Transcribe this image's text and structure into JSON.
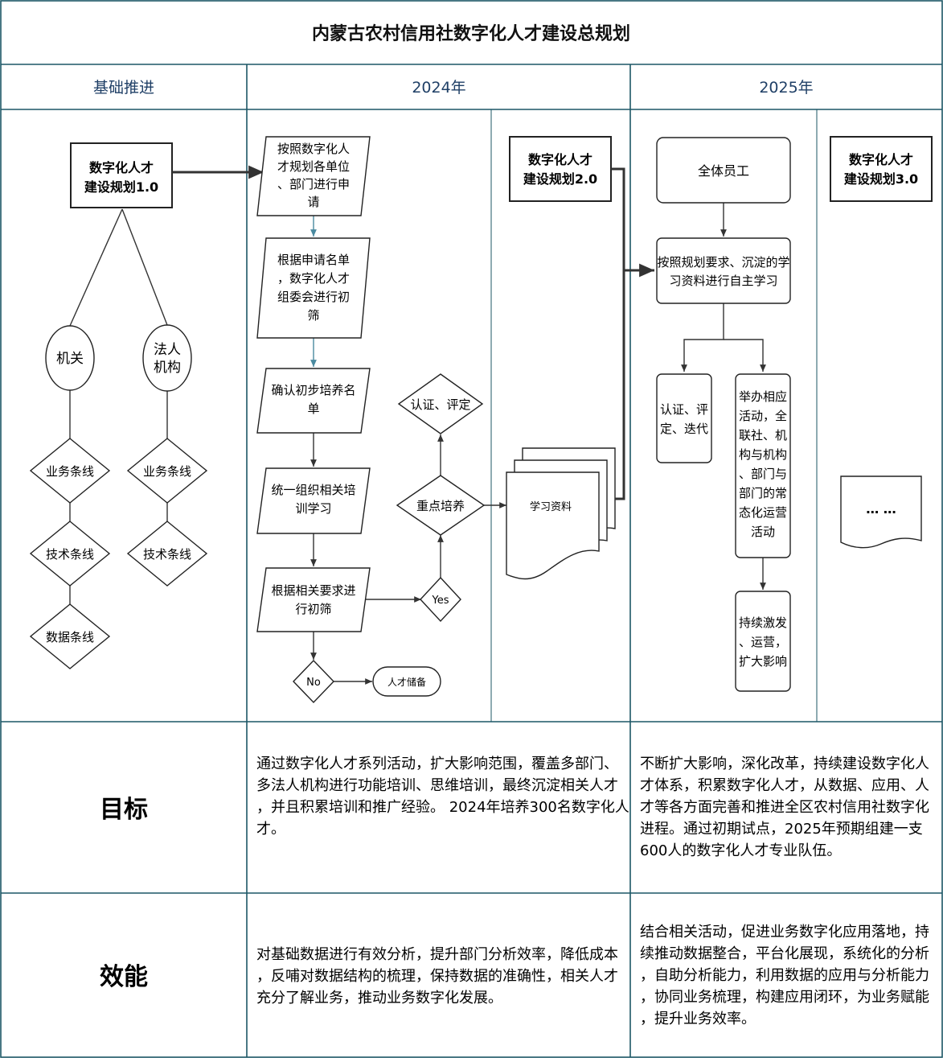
{
  "title": "内蒙古农村信用社数字化人才建设总规划",
  "headers": {
    "col1": "基础推进",
    "col2": "2024年",
    "col3": "2025年"
  },
  "left": {
    "plan": [
      "数字化人才",
      "建设规划1.0"
    ],
    "circle1": "机关",
    "circle2": [
      "法人",
      "机构"
    ],
    "d1": "业务条线",
    "d2": "技术条线",
    "d3": "数据条线",
    "d4": "业务条线",
    "d5": "技术条线"
  },
  "y2024": {
    "step1": [
      "按照数字化人",
      "才规划各单位",
      "、部门进行申",
      "请"
    ],
    "step2": [
      "根据申请名单",
      "，数字化人才",
      "组委会进行初",
      "筛"
    ],
    "step3": [
      "确认初步培养名",
      "单"
    ],
    "step4": [
      "统一组织相关培",
      "训学习"
    ],
    "step5": [
      "根据相关要求进",
      "行初筛"
    ],
    "no": "No",
    "reserve": "人才储备",
    "yes": "Yes",
    "key": "重点培养",
    "cert": "认证、评定",
    "plan2": [
      "数字化人才",
      "建设规划2.0"
    ],
    "docs": "学习资料"
  },
  "y2025": {
    "all_staff": "全体员工",
    "self_study": [
      "按照规划要求、沉淀的学",
      "习资料进行自主学习"
    ],
    "cert": [
      "认证、评",
      "定、迭代"
    ],
    "activities": [
      "举办相应",
      "活动，全",
      "联社、机",
      "构与机构",
      "、部门与",
      "部门的常",
      "态化运营",
      "活动"
    ],
    "sustain": [
      "持续激发",
      "、运营，",
      "扩大影响"
    ],
    "plan3": [
      "数字化人才",
      "建设规划3.0"
    ],
    "more": "… …"
  },
  "goal": {
    "label": "目标",
    "y2024": [
      "通过数字化人才系列活动，扩大影响范围，覆盖多部门、",
      "多法人机构进行功能培训、思维培训，最终沉淀相关人才",
      "，并且积累培训和推广经验。 2024年培养300名数字化人",
      "才。"
    ],
    "y2025": [
      "不断扩大影响，深化改革，持续建设数字化人",
      "才体系，积累数字化人才，从数据、应用、人",
      "才等各方面完善和推进全区农村信用社数字化",
      "进程。通过初期试点，2025年预期组建一支",
      "600人的数字化人才专业队伍。"
    ]
  },
  "effect": {
    "label": "效能",
    "y2024": [
      "对基础数据进行有效分析，提升部门分析效率，降低成本",
      "，反哺对数据结构的梳理，保持数据的准确性，相关人才",
      "充分了解业务，推动业务数字化发展。"
    ],
    "y2025": [
      "结合相关活动，促进业务数字化应用落地，持",
      "续推动数据整合，平台化展现，系统化的分析",
      "，自助分析能力，利用数据的应用与分析能力",
      "，协同业务梳理，构建应用闭环，为业务赋能",
      "，提升业务效率。"
    ]
  },
  "colors": {
    "grid": "#1c5766",
    "header_text": "#1f3f66",
    "stroke": "#222222"
  }
}
